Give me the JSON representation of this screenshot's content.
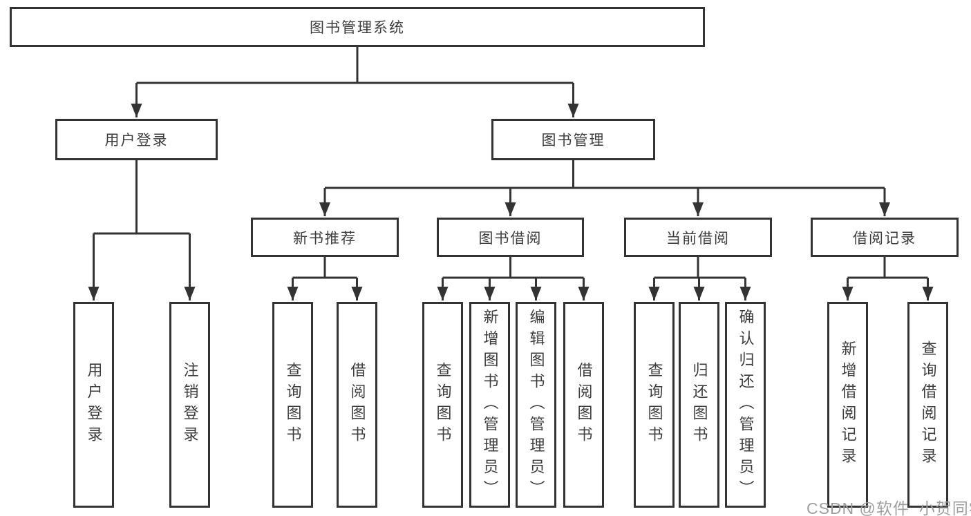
{
  "diagram_type": "hierarchy-tree",
  "hierarchy": {
    "label": "图书管理系统",
    "children": [
      {
        "label": "用户登录",
        "children": [
          {
            "label": "用户登录"
          },
          {
            "label": "注销登录"
          }
        ]
      },
      {
        "label": "图书管理",
        "children": [
          {
            "label": "新书推荐",
            "children": [
              {
                "label": "查询图书"
              },
              {
                "label": "借阅图书"
              }
            ]
          },
          {
            "label": "图书借阅",
            "children": [
              {
                "label": "查询图书"
              },
              {
                "label": "新增图书（管理员）"
              },
              {
                "label": "编辑图书（管理员）"
              },
              {
                "label": "借阅图书"
              }
            ]
          },
          {
            "label": "当前借阅",
            "children": [
              {
                "label": "查询图书"
              },
              {
                "label": "归还图书"
              },
              {
                "label": "确认归还（管理员）"
              }
            ]
          },
          {
            "label": "借阅记录",
            "children": [
              {
                "label": "新增借阅记录"
              },
              {
                "label": "查询借阅记录"
              }
            ]
          }
        ]
      }
    ]
  },
  "watermark": {
    "text": "CSDN @软件_小贺同学",
    "color": "#9e9e9e"
  },
  "colors": {
    "line": "#333333",
    "box_border": "#333333",
    "box_background": "#ffffff",
    "text": "#3d3d3d",
    "page_background": "#ffffff"
  }
}
